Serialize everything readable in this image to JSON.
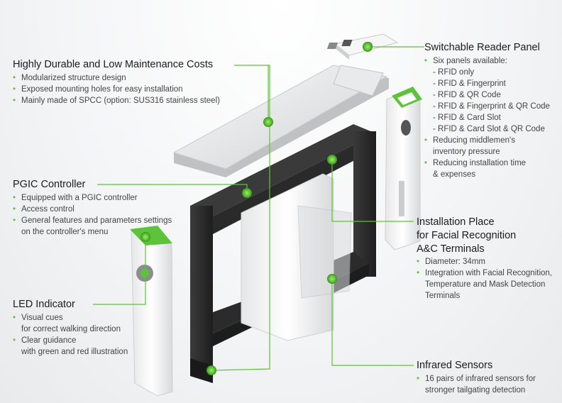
{
  "sections": {
    "durable": {
      "title": "Highly Durable and Low Maintenance Costs",
      "bullets": [
        "Modularized structure design",
        "Exposed mounting holes for easy installation",
        "Mainly made of SPCC (option: SUS316 stainless steel)"
      ]
    },
    "pgic": {
      "title": "PGIC Controller",
      "bullets": [
        "Equipped with a PGIC controller",
        "Access control"
      ],
      "bullet3": [
        "General features and parameters settings",
        "on the controller's menu"
      ]
    },
    "led": {
      "title": "LED Indicator",
      "bullet1": [
        "Visual cues",
        "for correct walking direction"
      ],
      "bullet2": [
        "Clear guidance",
        "with green and red illustration"
      ]
    },
    "reader": {
      "title": "Switchable Reader Panel",
      "intro": "Six panels available:",
      "panels": [
        "- RFID only",
        "- RFID & Fingerprint",
        "- RFID & QR Code",
        "- RFID & Fingerprint & QR Code",
        "- RFID & Card Slot",
        "- RFID & Card Slot & QR Code"
      ],
      "bullet2": [
        "Reducing middlemen's",
        "inventory pressure"
      ],
      "bullet3": [
        "Reducing installation time",
        "& expenses"
      ]
    },
    "install": {
      "title_lines": [
        "Installation Place",
        "for Facial Recognition",
        "A&C Terminals"
      ],
      "bullet1": "Diameter: 34mm",
      "bullet2": [
        "Integration with Facial Recognition,",
        "Temperature and Mask Detection",
        "Terminals"
      ]
    },
    "infrared": {
      "title": "Infrared Sensors",
      "bullet1": [
        "16 pairs of infrared sensors for",
        "stronger tailgating detection"
      ]
    }
  },
  "colors": {
    "accent": "#5ec33a",
    "frame": "#2b2b2b",
    "panel": "#f0f0f0"
  }
}
